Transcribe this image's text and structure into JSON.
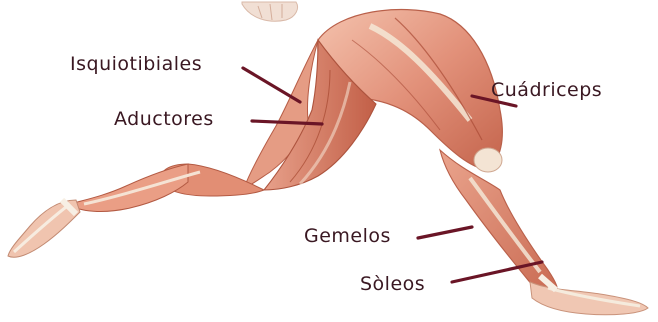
{
  "figure": {
    "labels": {
      "isquiotibiales": "Isquiotibiales",
      "aductores": "Aductores",
      "cuadriceps": "Cuádriceps",
      "gemelos": "Gemelos",
      "soleos": "Sòleos"
    },
    "colors": {
      "background": "#ffffff",
      "muscle_light": "#f2b8a4",
      "muscle_mid": "#e08a70",
      "muscle_dark": "#b8563f",
      "tendon": "#f3ead9",
      "leader_line": "#6a1526",
      "label_text": "#3a1822"
    }
  }
}
